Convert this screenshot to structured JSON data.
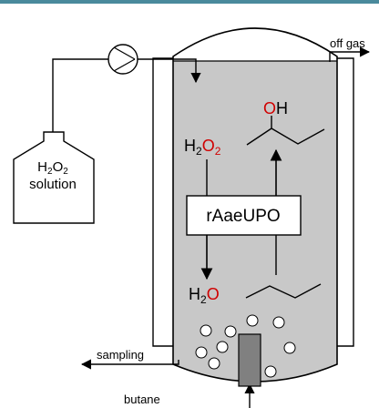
{
  "labels": {
    "h2o2_solution_line1_main": "H",
    "h2o2_solution_line1_sub1": "2",
    "h2o2_solution_line1_mid": "O",
    "h2o2_solution_line1_sub2": "2",
    "solution": "solution",
    "off_gas": "off gas",
    "sampling": "sampling",
    "butane": "butane",
    "enzyme": "rAaeUPO",
    "h2o2_top_H": "H",
    "h2o2_top_sub1": "2",
    "h2o2_top_O": "O",
    "h2o2_top_sub2": "2",
    "h2o_H": "H",
    "h2o_sub": "2",
    "h2o_O": "O",
    "product_O": "O",
    "product_H": "H"
  },
  "colors": {
    "liquid": "#c8c8c8",
    "oxygen_red": "#d00000",
    "stroke": "#000000",
    "topbar": "#4a8a9c",
    "sparger": "#808080"
  },
  "icons": {
    "pump": "pump-icon",
    "bottle": "bottle-icon",
    "sparger": "gas-sparger-icon"
  }
}
